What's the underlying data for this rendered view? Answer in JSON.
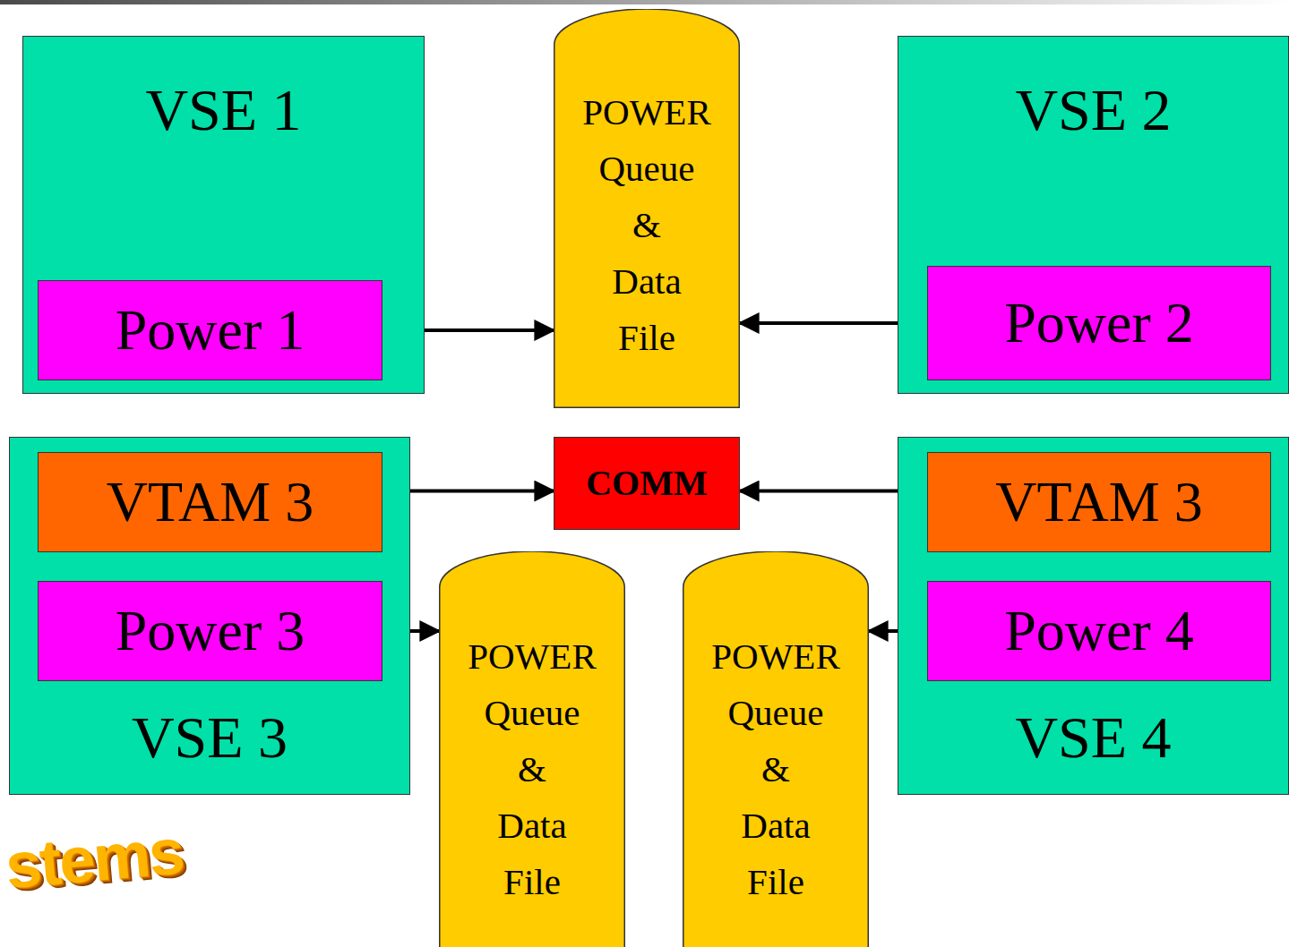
{
  "diagram": {
    "nodes": [
      {
        "text": [
          "VSE 1"
        ]
      },
      {
        "text": [
          "Power 1"
        ],
        "in": 0
      },
      {
        "text": [
          "POWER Queue & Data File"
        ]
      },
      {
        "text": [
          "VSE 2"
        ]
      },
      {
        "text": [
          "Power 2"
        ],
        "in": 3
      },
      {
        "text": [
          "VSE 3"
        ]
      },
      {
        "text": [
          "VTAM 3"
        ],
        "in": 5
      },
      {
        "text": [
          "Power 3"
        ],
        "in": 5
      },
      {
        "text": [
          "COMM"
        ]
      },
      {
        "text": [
          "VSE 4"
        ]
      },
      {
        "text": [
          "VTAM 3"
        ],
        "in": 9
      },
      {
        "text": [
          "Power 4"
        ],
        "in": 9
      },
      {
        "text": [
          "POWER Queue & Data File"
        ]
      },
      {
        "text": [
          "POWER Queue & Data File"
        ]
      }
    ],
    "edges": [
      {
        "from": 1,
        "to": 2,
        "arrow": "both"
      },
      {
        "from": 2,
        "to": 4,
        "arrow": "both"
      },
      {
        "from": 6,
        "to": 8,
        "arrow": "both"
      },
      {
        "from": 8,
        "to": 10,
        "arrow": "both"
      },
      {
        "from": 6,
        "to": 7,
        "arrow": "both"
      },
      {
        "from": 10,
        "to": 11,
        "arrow": "both"
      },
      {
        "from": 7,
        "to": 12,
        "arrow": "both"
      },
      {
        "from": 13,
        "to": 11,
        "arrow": "both"
      }
    ],
    "labels": [
      "stems"
    ]
  }
}
